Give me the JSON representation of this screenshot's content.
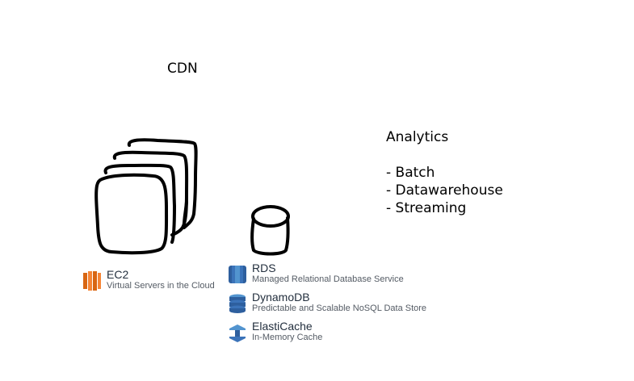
{
  "cdn_label": "CDN",
  "analytics": {
    "title": "Analytics",
    "items": [
      "- Batch",
      "- Datawarehouse",
      "- Streaming"
    ]
  },
  "services": {
    "ec2": {
      "name": "EC2",
      "description": "Virtual Servers in the Cloud",
      "icon": "ec2-icon",
      "color": "#e8761c"
    },
    "rds": {
      "name": "RDS",
      "description": "Managed Relational Database Service",
      "icon": "rds-icon",
      "color": "#3b73b9"
    },
    "dynamodb": {
      "name": "DynamoDB",
      "description": "Predictable and Scalable NoSQL Data Store",
      "icon": "dynamodb-icon",
      "color": "#3b73b9"
    },
    "elasticache": {
      "name": "ElastiCache",
      "description": "In-Memory Cache",
      "icon": "elasticache-icon",
      "color": "#3b73b9"
    }
  },
  "sketches": {
    "servers": "server-stack-sketch",
    "database": "database-cylinder-sketch"
  }
}
